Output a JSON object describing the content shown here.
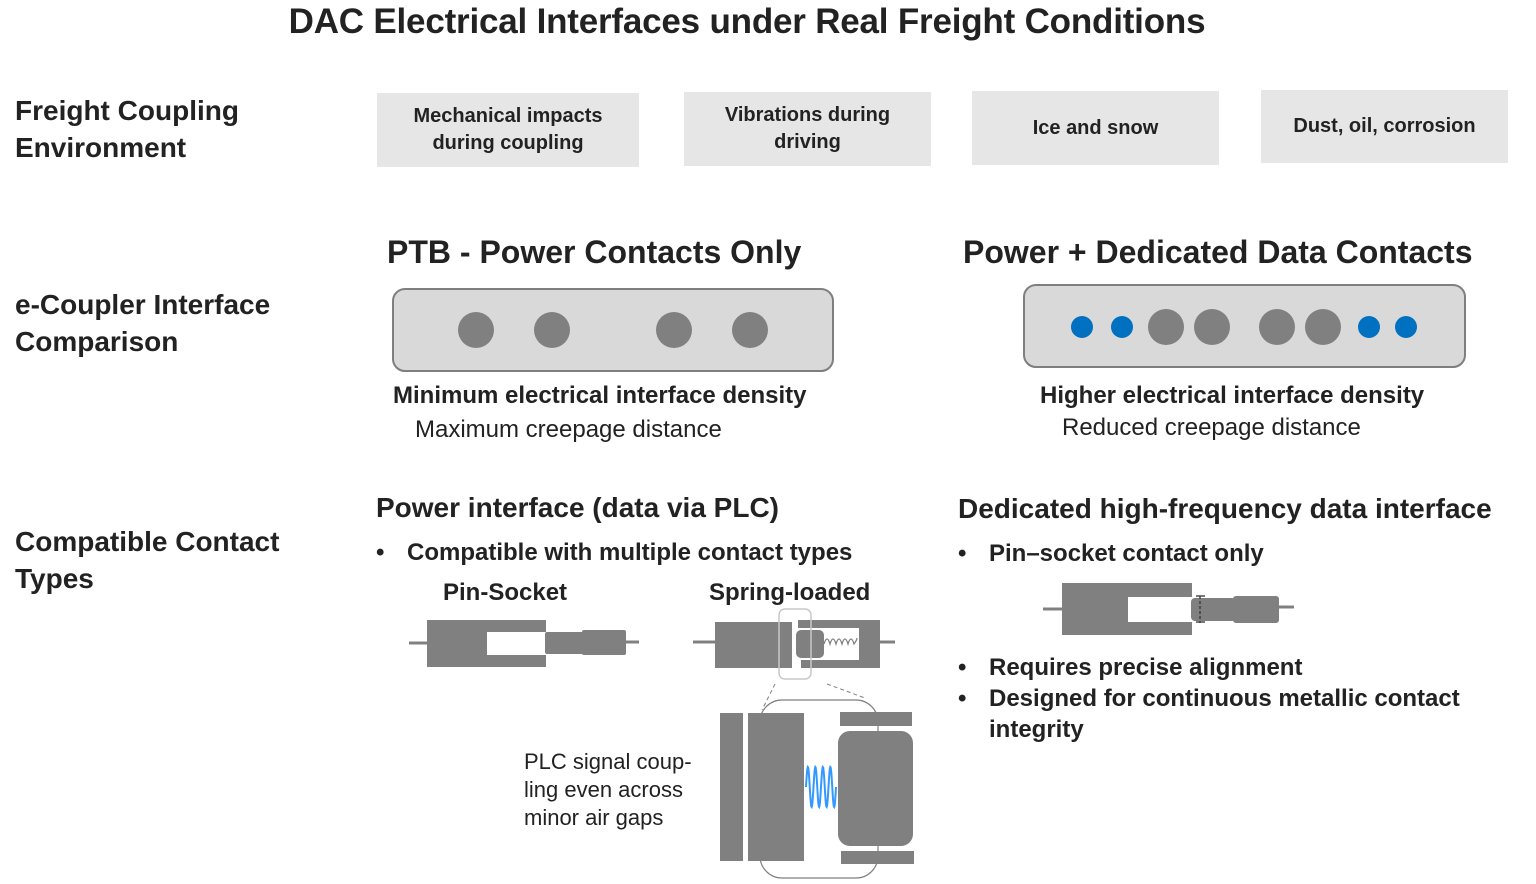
{
  "title": "DAC Electrical Interfaces under Real Freight Conditions",
  "row_labels": {
    "environment": [
      "Freight Coupling",
      "Environment"
    ],
    "interface": [
      "e-Coupler Interface",
      "Comparison"
    ],
    "contacts": [
      "Compatible Contact",
      "Types"
    ]
  },
  "environment_boxes": [
    {
      "lines": [
        "Mechanical impacts",
        "during coupling"
      ]
    },
    {
      "lines": [
        "Vibrations during",
        "driving"
      ]
    },
    {
      "lines": [
        "Ice and snow"
      ]
    },
    {
      "lines": [
        "Dust, oil, corrosion"
      ]
    }
  ],
  "left_column": {
    "heading": "PTB - Power Contacts Only",
    "connector_pins": [
      "power",
      "power",
      "power",
      "power"
    ],
    "density_label": "Minimum electrical interface density",
    "creepage_label": "Maximum creepage distance",
    "interface_heading": "Power interface (data via PLC)",
    "bullets": [
      "Compatible with multiple contact types"
    ],
    "contact_labels": {
      "pin_socket": "Pin-Socket",
      "spring_loaded": "Spring-loaded"
    },
    "plc_caption": [
      "PLC signal coup-",
      "ling even across",
      "minor air gaps"
    ]
  },
  "right_column": {
    "heading": "Power + Dedicated Data Contacts",
    "connector_pins": [
      "data",
      "data",
      "power",
      "power",
      "power",
      "power",
      "data",
      "data"
    ],
    "density_label": "Higher electrical interface density",
    "creepage_label": "Reduced creepage distance",
    "interface_heading": "Dedicated high-frequency data interface",
    "bullets_top": [
      "Pin–socket contact only"
    ],
    "bullets_bottom": [
      "Requires precise alignment",
      "Designed for continuous metallic contact",
      "integrity"
    ]
  },
  "colors": {
    "text": "#222222",
    "box_fill": "#e6e6e6",
    "connector_fill": "#d9d9d9",
    "connector_border": "#7f7f7f",
    "power_pin": "#808080",
    "data_pin": "#0070c0",
    "signal_wave": "#3399ff"
  }
}
